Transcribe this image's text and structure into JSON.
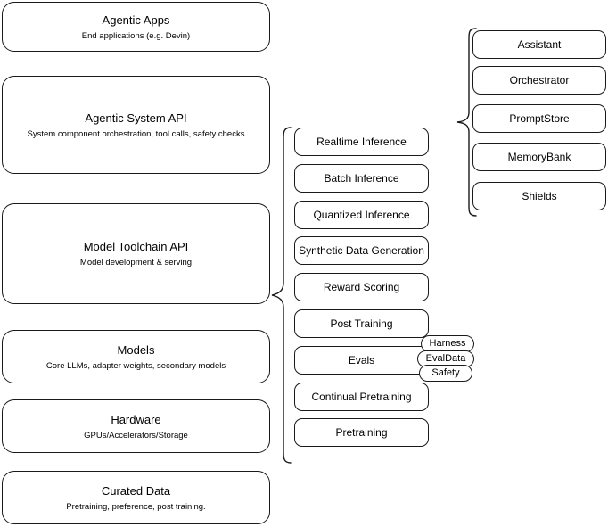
{
  "diagram": {
    "title": "Llama Stack layered architecture diagram",
    "stroke_color": "#1a1a1a",
    "background_color": "#ffffff"
  },
  "layers": [
    {
      "title": "Agentic Apps",
      "subtitle": "End applications (e.g. Devin)"
    },
    {
      "title": "Agentic System API",
      "subtitle": "System component orchestration, tool calls, safety checks"
    },
    {
      "title": "Model Toolchain API",
      "subtitle": "Model development & serving"
    },
    {
      "title": "Models",
      "subtitle": "Core LLMs, adapter weights, secondary models"
    },
    {
      "title": "Hardware",
      "subtitle": "GPUs/Accelerators/Storage"
    },
    {
      "title": "Curated Data",
      "subtitle": "Pretraining, preference, post training."
    }
  ],
  "toolchain_capabilities": [
    {
      "label": "Realtime Inference"
    },
    {
      "label": "Batch Inference"
    },
    {
      "label": "Quantized Inference"
    },
    {
      "label": "Synthetic Data Generation"
    },
    {
      "label": "Reward Scoring"
    },
    {
      "label": "Post Training"
    },
    {
      "label": "Evals"
    },
    {
      "label": "Continual Pretraining"
    },
    {
      "label": "Pretraining"
    }
  ],
  "evals_subcomponents": [
    {
      "label": "Harness"
    },
    {
      "label": "EvalData"
    },
    {
      "label": "Safety"
    }
  ],
  "agentic_system_components": [
    {
      "label": "Assistant"
    },
    {
      "label": "Orchestrator"
    },
    {
      "label": "PromptStore"
    },
    {
      "label": "MemoryBank"
    },
    {
      "label": "Shields"
    }
  ]
}
